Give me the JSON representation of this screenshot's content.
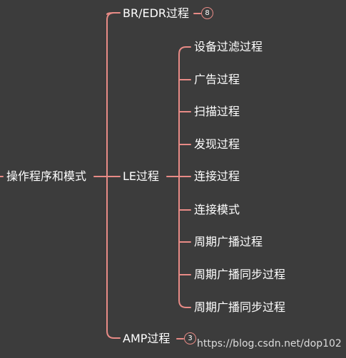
{
  "colors": {
    "background": "#3c3c3c",
    "connector": "#e88b86",
    "text": "#ffffff"
  },
  "root": {
    "label": "操作程序和模式"
  },
  "branches": [
    {
      "label": "BR/EDR过程",
      "collapsed_count": "8"
    },
    {
      "label": "LE过程",
      "children": [
        "设备过滤过程",
        "广告过程",
        "扫描过程",
        "发现过程",
        "连接过程",
        "连接模式",
        "周期广播过程",
        "周期广播同步过程",
        "周期广播同步过程"
      ]
    },
    {
      "label": "AMP过程",
      "collapsed_count": "3"
    }
  ],
  "watermark": "https://blog.csdn.net/dop102"
}
